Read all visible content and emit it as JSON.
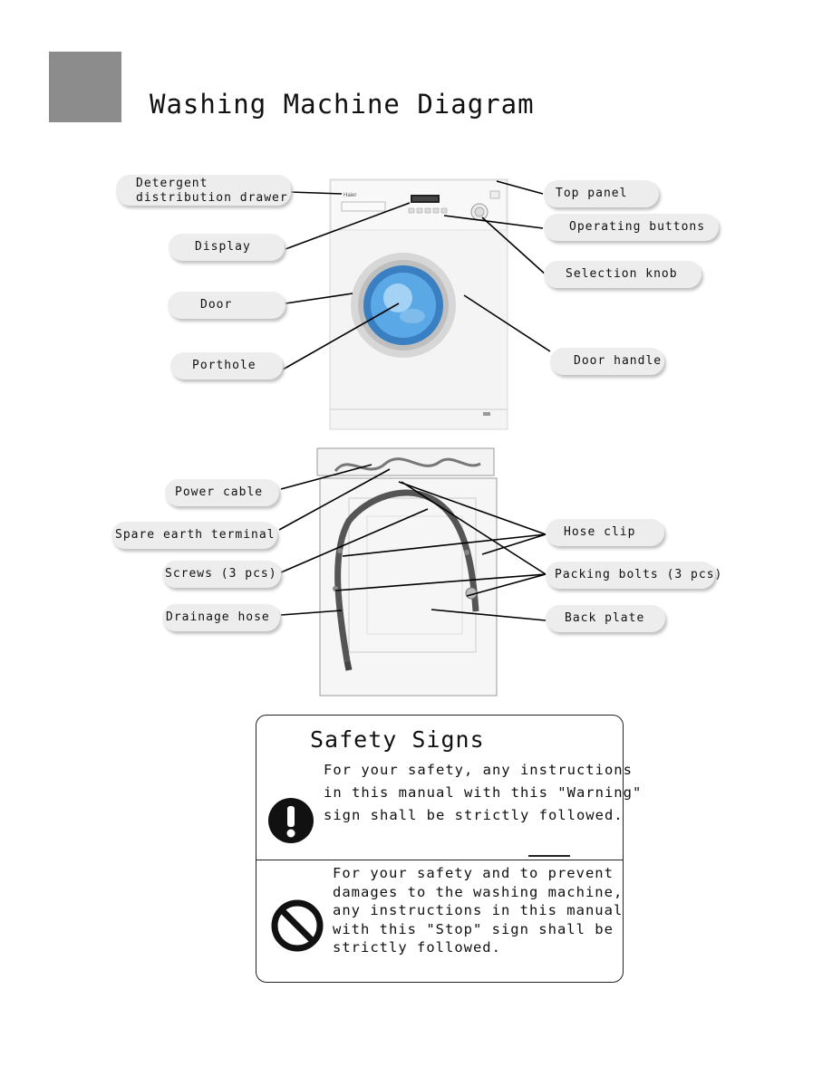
{
  "header": {
    "title": "Washing Machine Diagram"
  },
  "front_labels": {
    "detergent_drawer": [
      "Detergent",
      "distribution drawer"
    ],
    "display": "Display",
    "door": "Door",
    "porthole": "Porthole",
    "top_panel": "Top panel",
    "operating_buttons": "Operating buttons",
    "selection_knob": "Selection knob",
    "door_handle": "Door handle"
  },
  "back_labels": {
    "power_cable": "Power cable",
    "spare_earth_terminal": "Spare earth terminal",
    "screws": "Screws (3 pcs)",
    "drainage_hose": "Drainage hose",
    "hose_clip": "Hose clip",
    "packing_bolts": "Packing bolts (3 pcs)",
    "back_plate": "Back plate"
  },
  "machine_brand": "Haier",
  "safety": {
    "title": "Safety Signs",
    "warning_text": [
      "For your safety, any instructions",
      "in this manual with this \"Warning\"",
      "sign shall be strictly followed."
    ],
    "stop_text": [
      "For your safety and to prevent",
      "damages to the washing machine,",
      "any instructions in this manual",
      "with this \"Stop\" sign shall be",
      "strictly followed."
    ],
    "warning_icon": "exclamation-icon",
    "stop_icon": "prohibition-icon"
  },
  "colors": {
    "label_bg": "#ededed",
    "heading_block": "#8c8c8c",
    "drum_blue": "#5aa9e6"
  }
}
